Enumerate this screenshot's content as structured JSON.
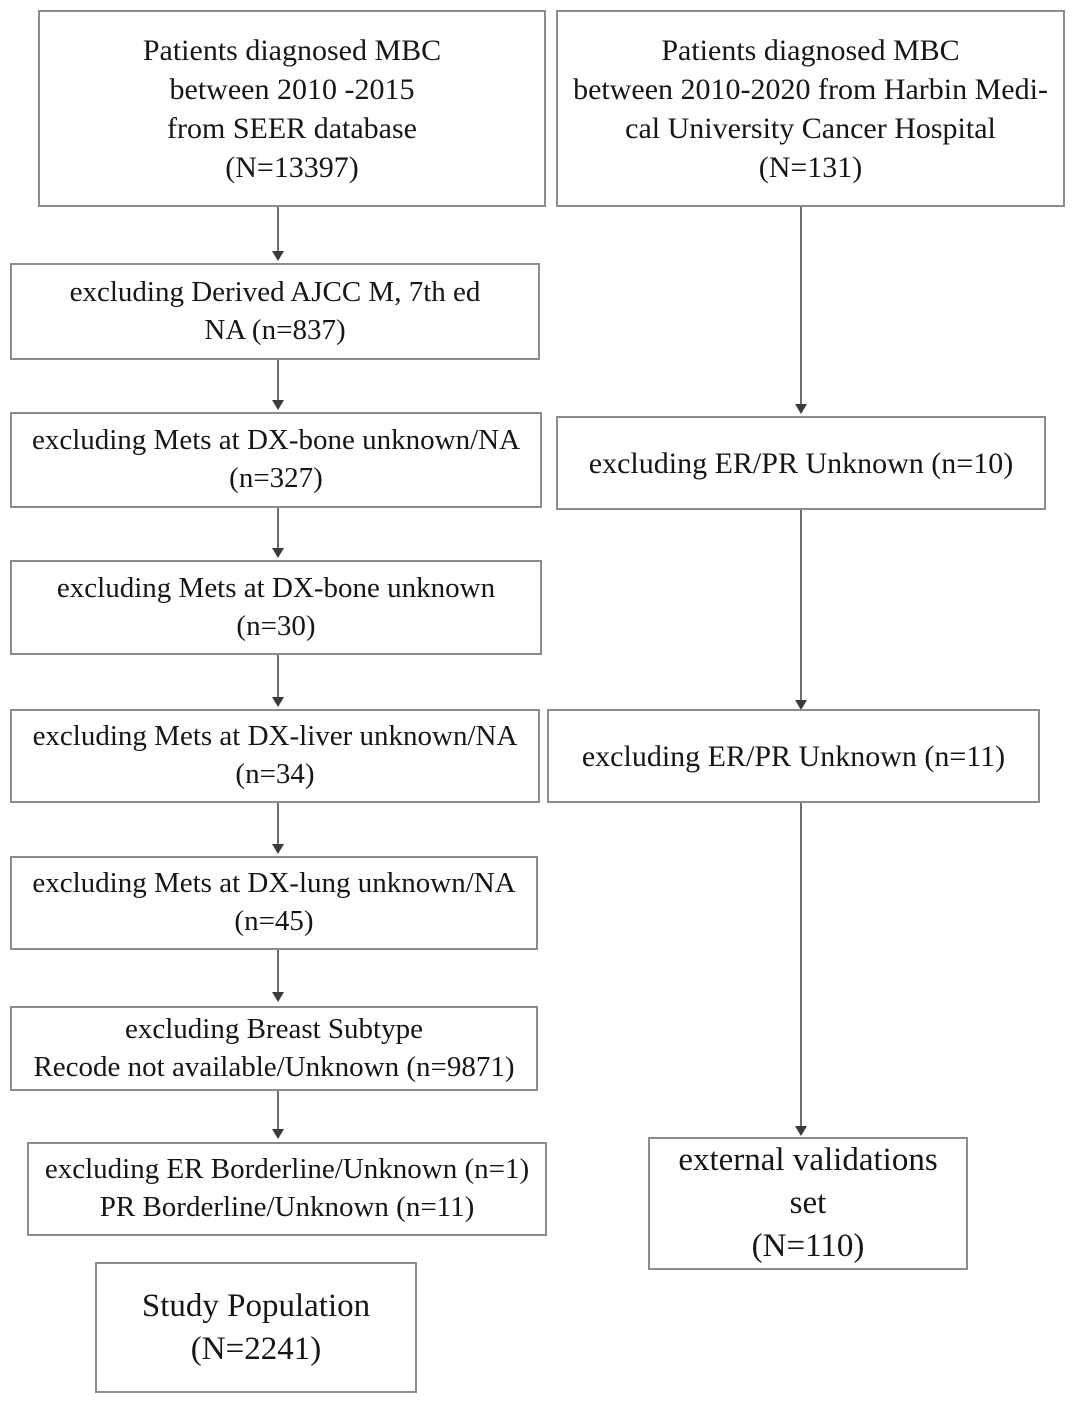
{
  "figure": {
    "kind": "flowchart",
    "orientation": "top-down",
    "columns": 2
  },
  "nodes": {
    "seer_source": {
      "text": "Patients  diagnosed  MBC\nbetween 2010 -2015\nfrom SEER database\n(N=13397)",
      "cohort_label": "SEER database",
      "count": 13397
    },
    "harbin_source": {
      "text": "Patients  diagnosed  MBC\nbetween 2010-2020 from Harbin Medi-\ncal University Cancer Hospital\n(N=131)",
      "cohort_label": "Harbin Medical University Cancer Hospital",
      "count": 131
    },
    "exclude_ajcc": {
      "text": "excluding Derived AJCC M, 7th ed\nNA (n=837)",
      "count": 837
    },
    "exclude_bone_unknown_na": {
      "text": "excluding Mets at DX-bone unknown/NA\n(n=327)",
      "count": 327
    },
    "exclude_bone_unknown": {
      "text": "excluding Mets at DX-bone unknown\n(n=30)",
      "count": 30
    },
    "exclude_liver_unknown_na": {
      "text": "excluding Mets at DX-liver unknown/NA\n(n=34)",
      "count": 34
    },
    "exclude_lung_unknown_na": {
      "text": "excluding Mets at DX-lung unknown/NA\n(n=45)",
      "count": 45
    },
    "exclude_subtype_recode": {
      "text": "excluding  Breast Subtype\nRecode not available/Unknown (n=9871)",
      "count": 9871
    },
    "exclude_er_pr_borderline": {
      "text": "excluding  ER Borderline/Unknown (n=1)\nPR Borderline/Unknown (n=11)",
      "er_count": 1,
      "pr_count": 11
    },
    "study_population": {
      "text": "Study Population\n(N=2241)",
      "count": 2241
    },
    "exclude_erpr_unknown_10": {
      "text": "excluding ER/PR Unknown (n=10)",
      "count": 10
    },
    "exclude_erpr_unknown_11": {
      "text": "excluding ER/PR Unknown (n=11)",
      "count": 11
    },
    "external_validation": {
      "text": "external validations set\n(N=110)",
      "count": 110
    }
  },
  "colors": {
    "box_border": "#8c8c8c",
    "connector": "#6e6e6e",
    "arrowhead": "#3a3a3a",
    "text": "#161616",
    "background": "#ffffff"
  },
  "chart_data": {
    "type": "table",
    "title": "Patient selection flow diagram",
    "columns": [
      "step",
      "description",
      "n"
    ],
    "rows": [
      [
        "source-left",
        "Patients diagnosed MBC between 2010 -2015 from SEER database",
        13397
      ],
      [
        "exclude-1",
        "excluding Derived AJCC M, 7th ed NA",
        837
      ],
      [
        "exclude-2",
        "excluding Mets at DX-bone unknown/NA",
        327
      ],
      [
        "exclude-3",
        "excluding Mets at DX-bone unknown",
        30
      ],
      [
        "exclude-4",
        "excluding Mets at DX-liver unknown/NA",
        34
      ],
      [
        "exclude-5",
        "excluding Mets at DX-lung unknown/NA",
        45
      ],
      [
        "exclude-6",
        "excluding Breast Subtype Recode not available/Unknown",
        9871
      ],
      [
        "exclude-7a",
        "excluding ER Borderline/Unknown",
        1
      ],
      [
        "exclude-7b",
        "excluding PR Borderline/Unknown",
        11
      ],
      [
        "result-left",
        "Study Population",
        2241
      ],
      [
        "source-right",
        "Patients diagnosed MBC between 2010-2020 from Harbin Medical University Cancer Hospital",
        131
      ],
      [
        "exclude-r1",
        "excluding ER/PR Unknown",
        10
      ],
      [
        "exclude-r2",
        "excluding ER/PR Unknown",
        11
      ],
      [
        "result-right",
        "external validations set",
        110
      ]
    ]
  }
}
